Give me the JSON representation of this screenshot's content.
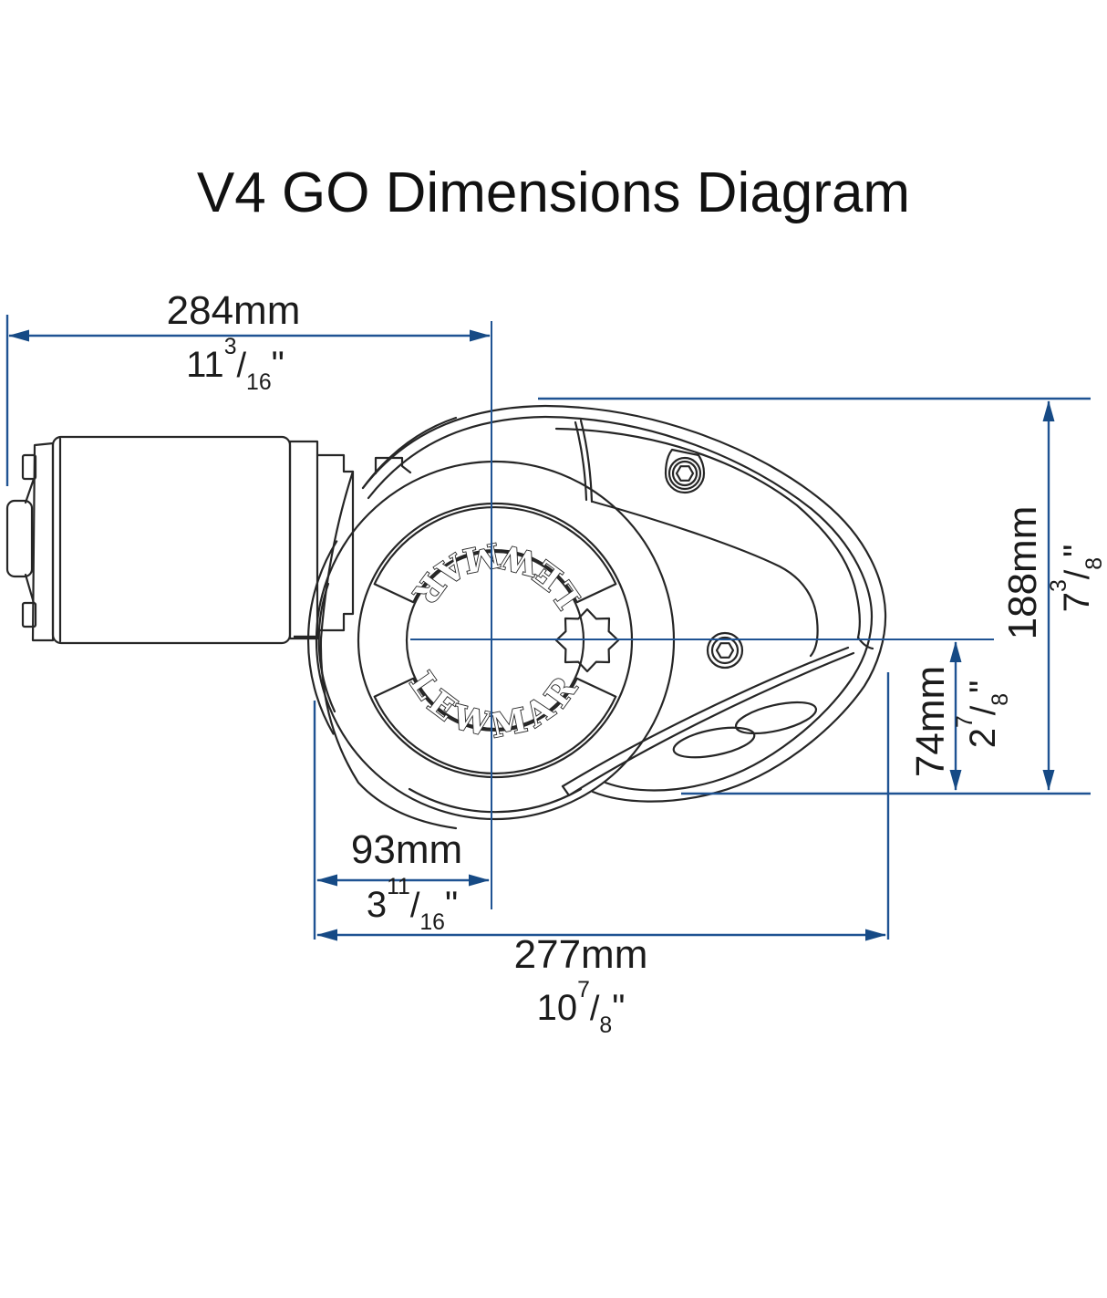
{
  "title": "V4 GO Dimensions Diagram",
  "drawing": {
    "brand": "LEWMAR",
    "description": "Side view line drawing of Lewmar V4 GO vertical windlass: motor on left, gypsy drum with LEWMAR cap in centre, teardrop chain-pipe cover on right"
  },
  "dimensions": {
    "overall_width": {
      "mm": "284mm",
      "whole": "11",
      "num": "3",
      "den": "16"
    },
    "overall_height": {
      "mm": "188mm",
      "whole": "7",
      "num": "3",
      "den": "8"
    },
    "center_to_base": {
      "mm": "74mm",
      "whole": "2",
      "num": "7",
      "den": "8"
    },
    "center_offset": {
      "mm": "93mm",
      "whole": "3",
      "num": "11",
      "den": "16"
    },
    "base_length": {
      "mm": "277mm",
      "whole": "10",
      "num": "7",
      "den": "8"
    }
  },
  "symbols": {
    "fraction_slash": "/",
    "inch_mark": "\""
  },
  "colors": {
    "dimension_line": "#1f5393",
    "arrowhead": "#164a85",
    "line_art": "#262626",
    "text": "#1b1b1b",
    "background": "#ffffff"
  }
}
